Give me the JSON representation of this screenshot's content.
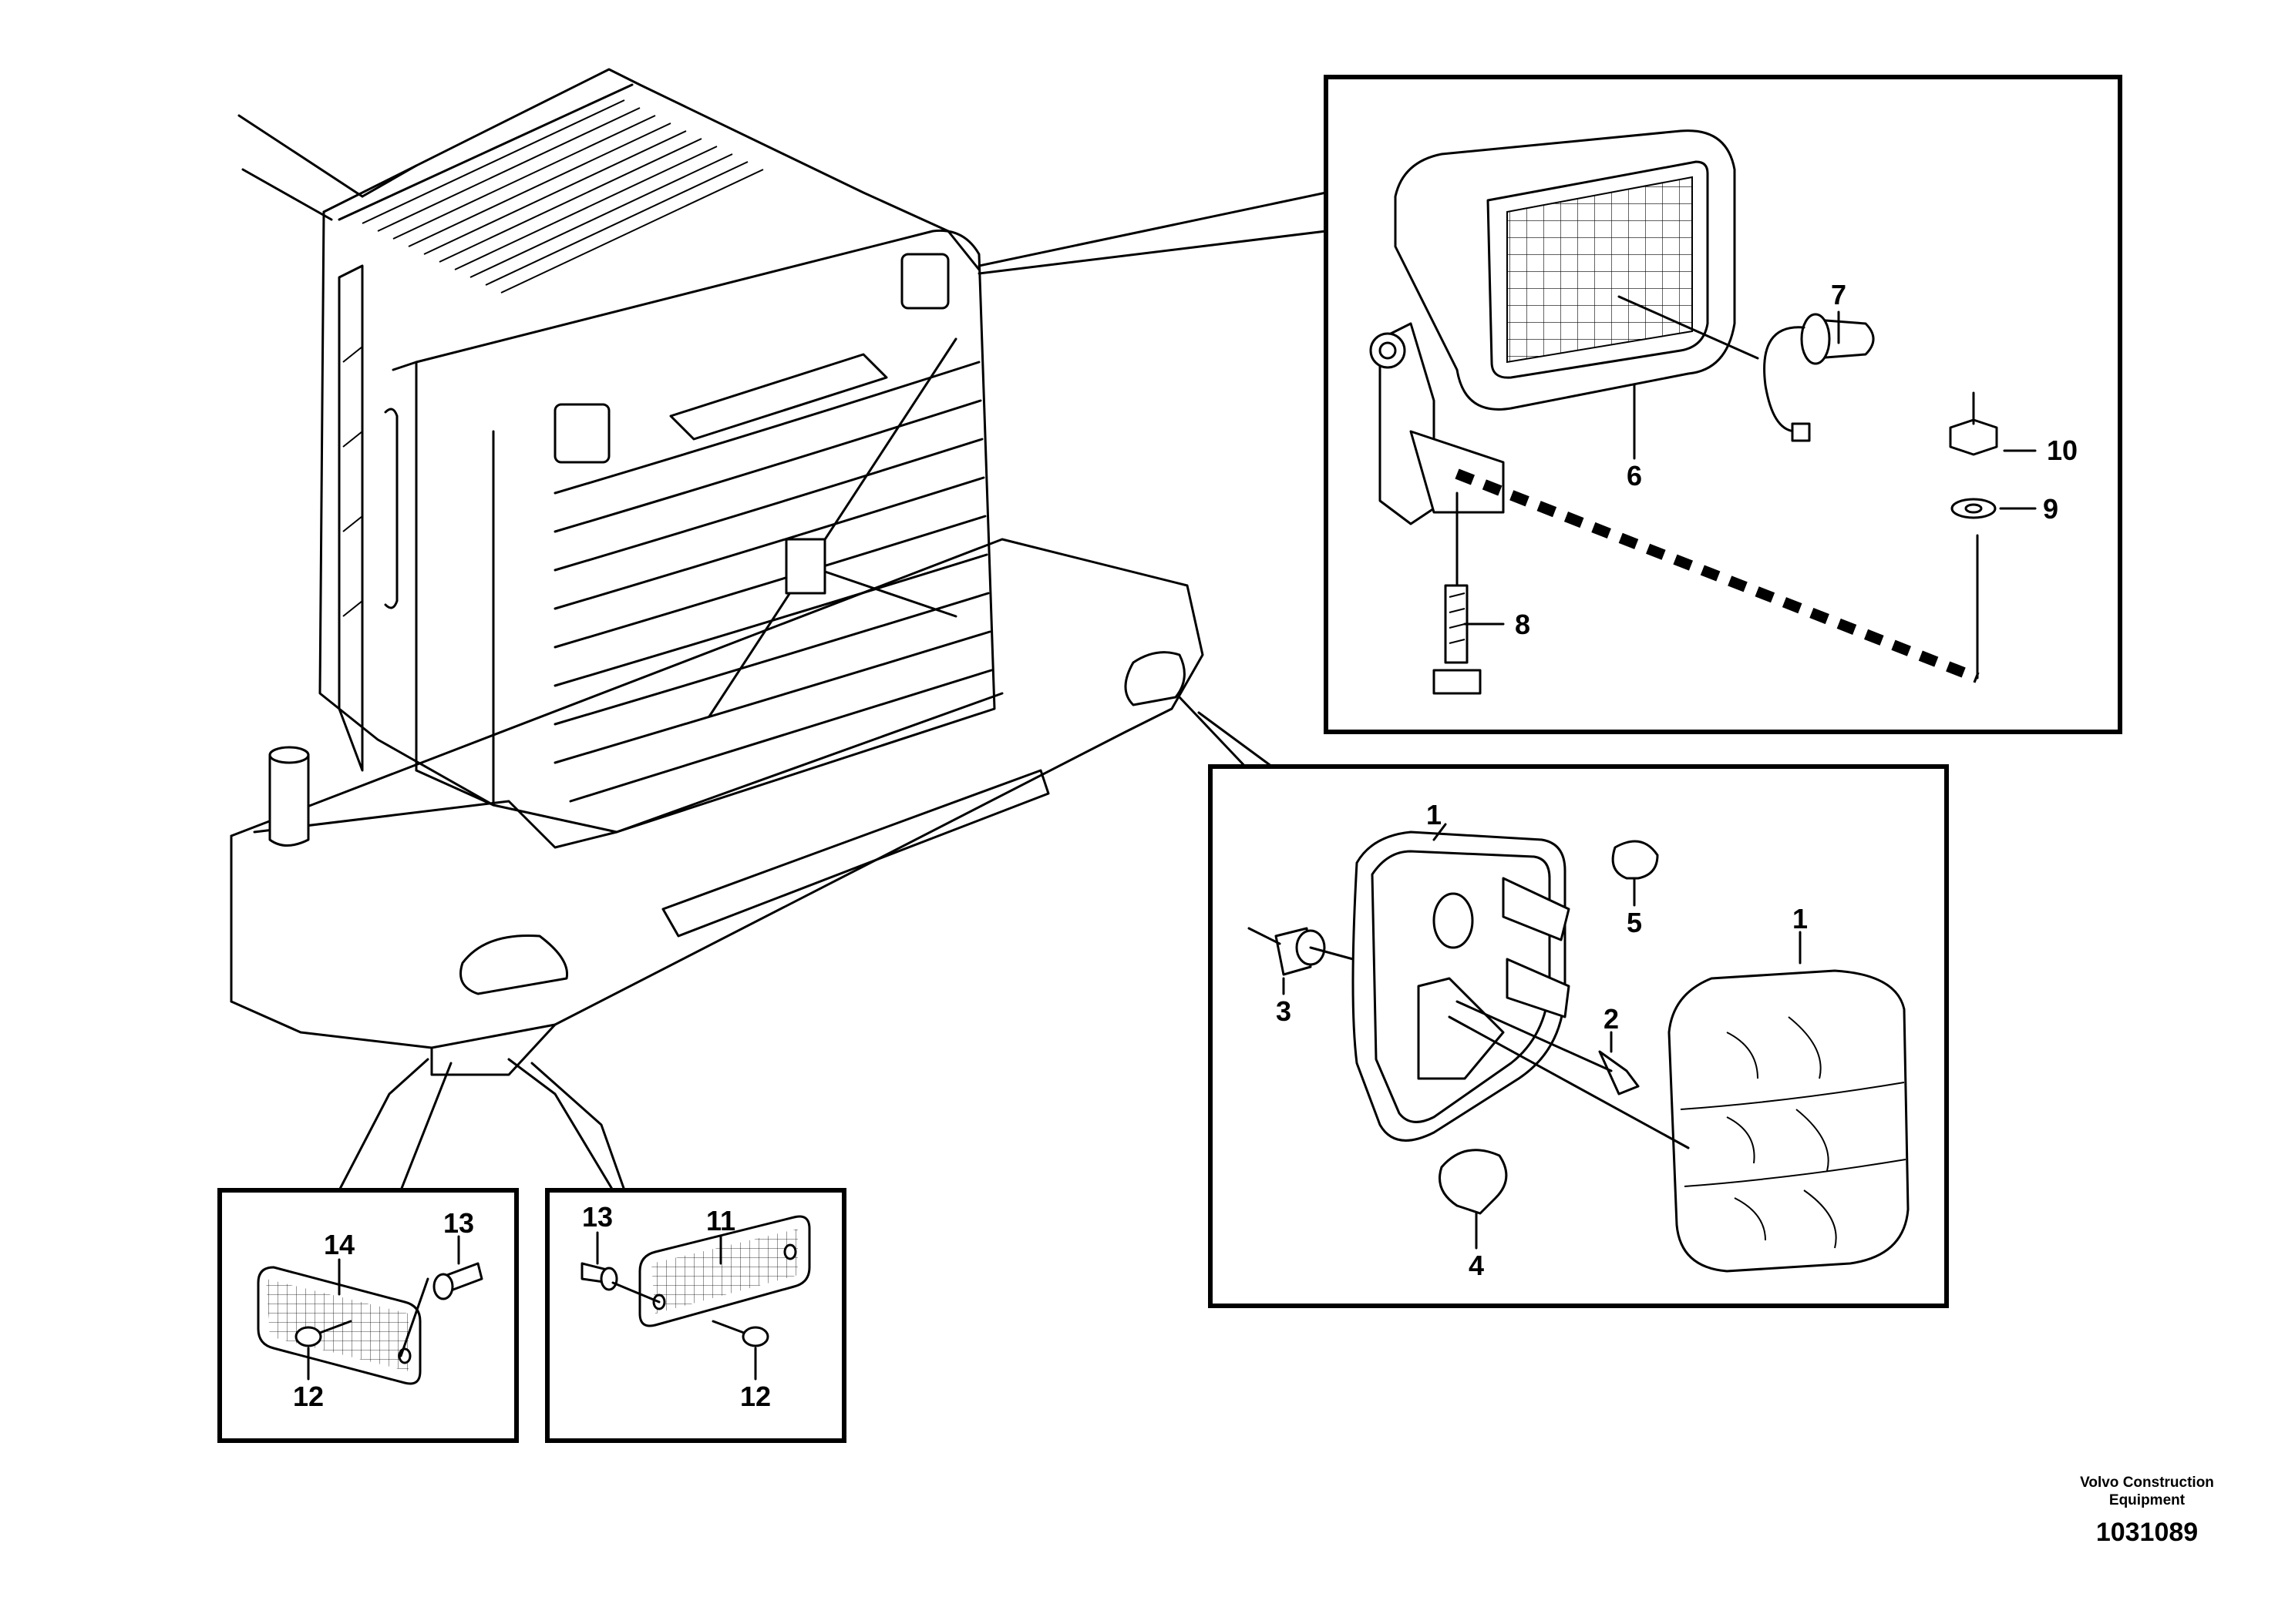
{
  "diagram": {
    "callouts": {
      "c1a": "1",
      "c1b": "1",
      "c2": "2",
      "c3": "3",
      "c4": "4",
      "c5": "5",
      "c6": "6",
      "c7": "7",
      "c8": "8",
      "c9": "9",
      "c10": "10",
      "c11": "11",
      "c12a": "12",
      "c12b": "12",
      "c13a": "13",
      "c13b": "13",
      "c14": "14"
    },
    "credit_line1": "Volvo Construction",
    "credit_line2": "Equipment",
    "document_number": "1031089"
  }
}
